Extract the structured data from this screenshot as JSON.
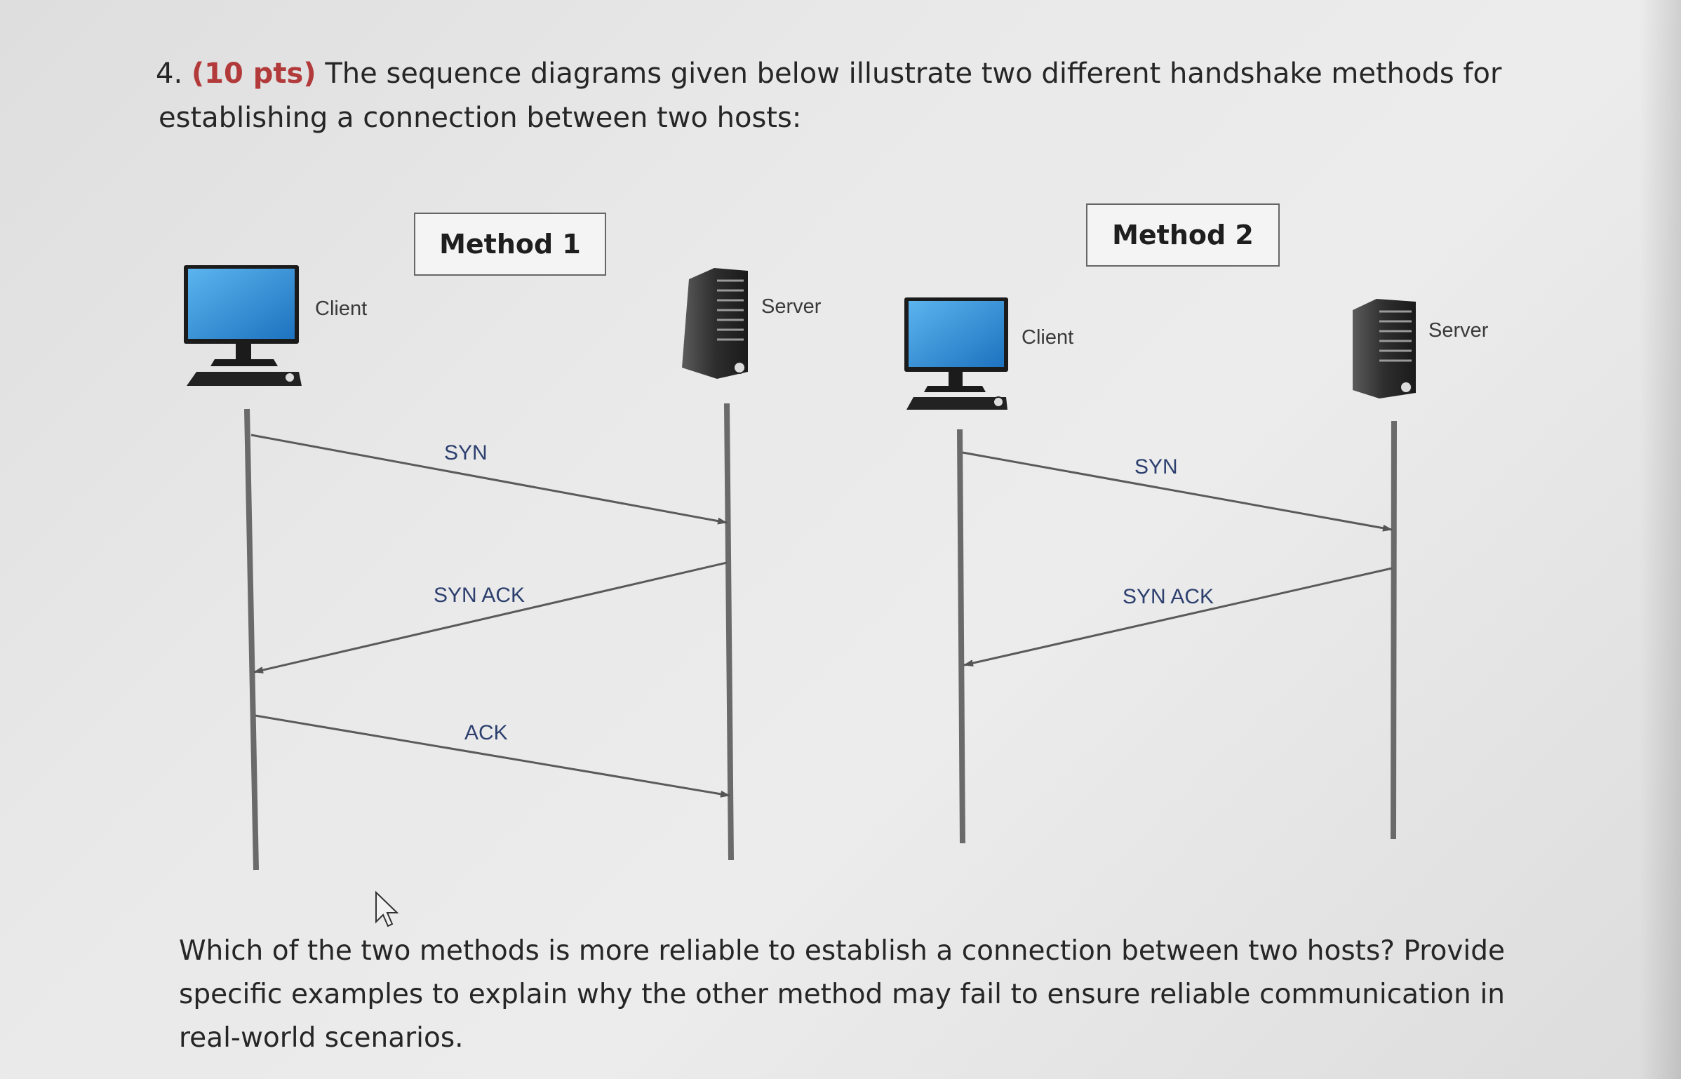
{
  "question": {
    "number": "4.",
    "points": "(10 pts)",
    "line1": "The sequence diagrams given below illustrate two different handshake methods for",
    "line2": "establishing a connection between two hosts:"
  },
  "method1": {
    "title": "Method 1",
    "client_label": "Client",
    "server_label": "Server",
    "messages": [
      "SYN",
      "SYN ACK",
      "ACK"
    ]
  },
  "method2": {
    "title": "Method 2",
    "client_label": "Client",
    "server_label": "Server",
    "messages": [
      "SYN",
      "SYN ACK"
    ]
  },
  "prompt": "Which of the two methods is more reliable to establish a connection between two hosts? Provide specific examples to explain why the other method may fail to ensure reliable communication in real-world scenarios.",
  "colors": {
    "points": "#b23a3a",
    "message_label": "#2c3f6e",
    "monitor": "#2f8fd6"
  },
  "icons": [
    "monitor-icon",
    "server-icon",
    "cursor-icon"
  ]
}
